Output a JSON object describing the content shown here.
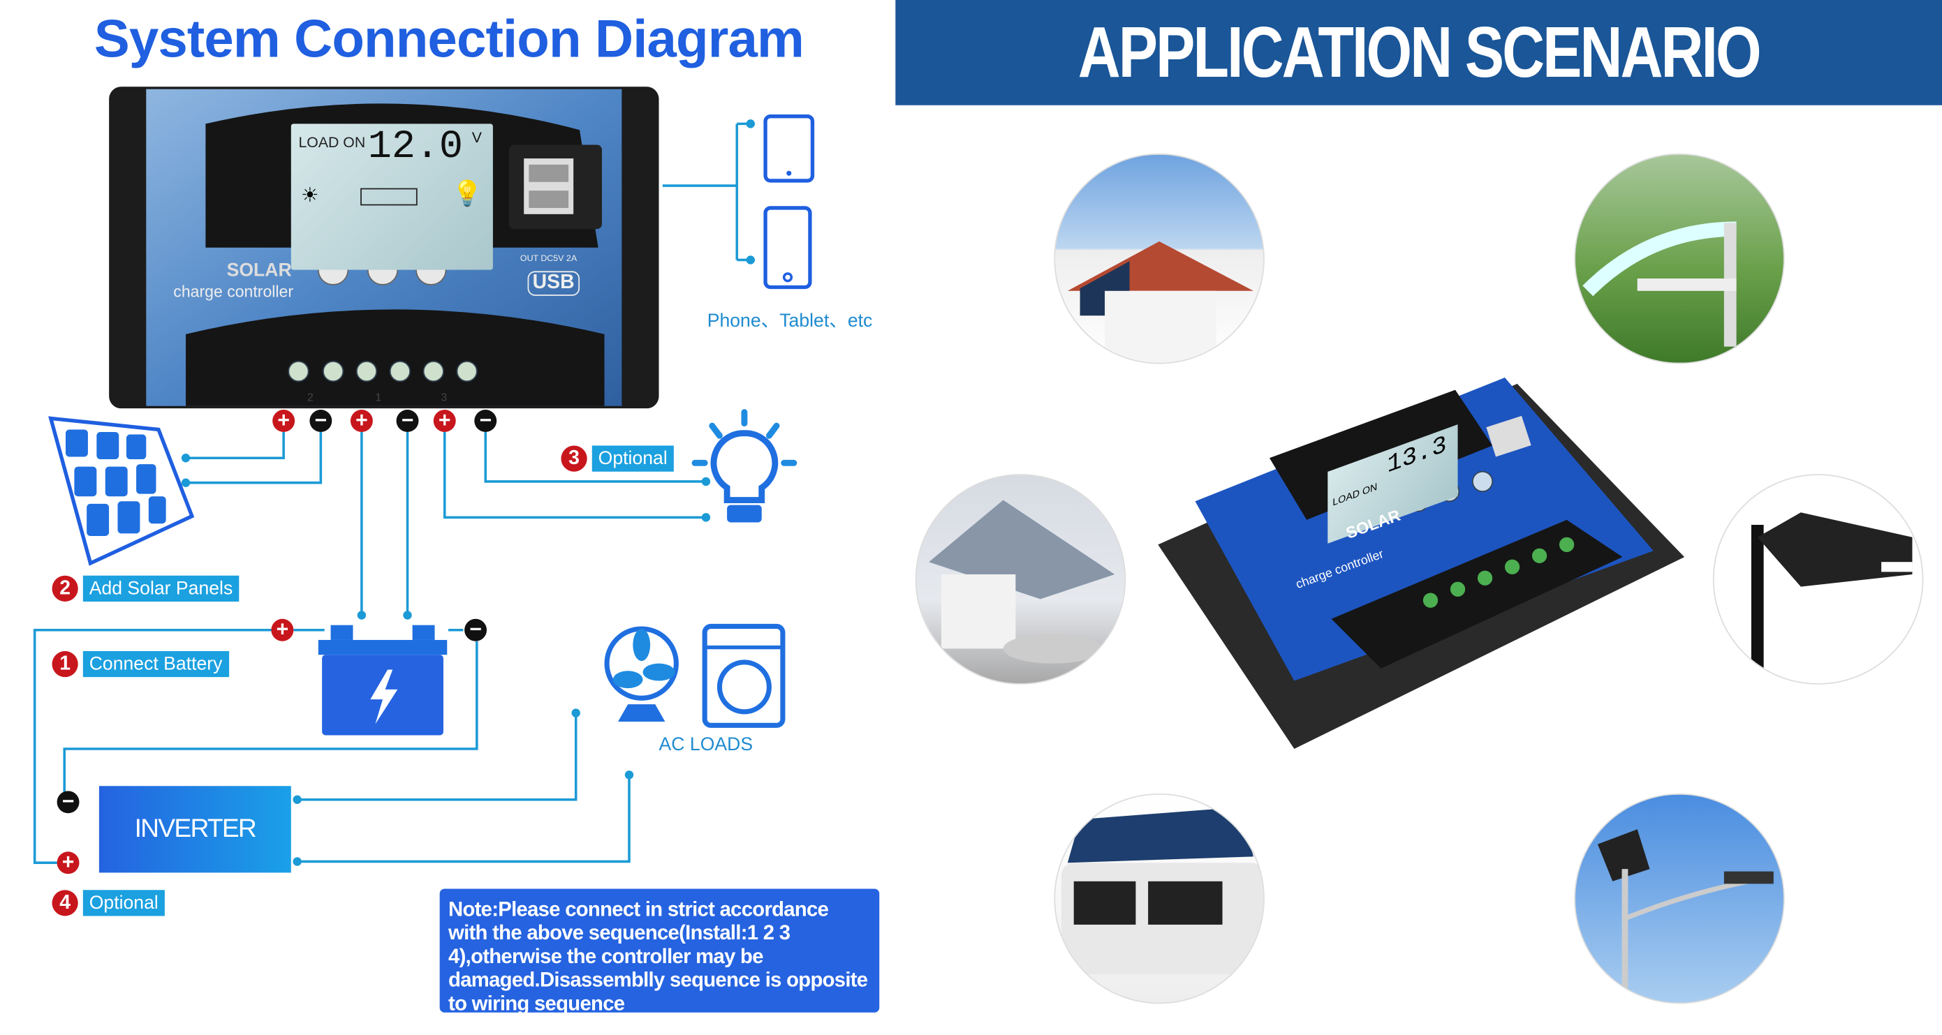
{
  "left_panel": {
    "title": "System Connection Diagram",
    "controller": {
      "lcd_status": "LOAD ON",
      "lcd_voltage": "12.0",
      "lcd_unit": "V",
      "brand": "SOLAR",
      "subtitle": "charge controller",
      "usb_spec": "OUT DC5V 2A",
      "usb_label": "USB",
      "terminal_numbers": [
        "2",
        "1",
        "3"
      ]
    },
    "devices_caption": "Phone、Tablet、etc",
    "terminal_signs": [
      "+",
      "−",
      "+",
      "−",
      "+",
      "−"
    ],
    "steps": [
      {
        "num": "1",
        "label": "Connect Battery"
      },
      {
        "num": "2",
        "label": "Add Solar Panels"
      },
      {
        "num": "3",
        "label": "Optional"
      },
      {
        "num": "4",
        "label": "Optional"
      }
    ],
    "battery_signs": {
      "plus": "+",
      "minus": "−"
    },
    "inverter_label": "INVERTER",
    "inverter_signs": {
      "plus": "+",
      "minus": "−"
    },
    "ac_loads_label": "AC LOADS",
    "note": "Note:Please connect in strict accordance with the above sequence(Install:1 2 3 4),otherwise the controller may be damaged.Disassemblly sequence is opposite to wiring sequence"
  },
  "right_panel": {
    "header": "APPLICATION SCENARIO",
    "product": {
      "lcd_status": "LOAD ON",
      "lcd_voltage": "13.3",
      "brand": "SOLAR",
      "subtitle": "charge controller"
    },
    "scenarios": [
      "house-rooftop-solar",
      "water-pump",
      "carport-solar",
      "street-lamp-close",
      "van-rooftop-solar",
      "solar-street-light"
    ]
  },
  "colors": {
    "title_blue": "#1f5fe0",
    "header_blue": "#1a5698",
    "wire": "#1b9ad6",
    "step_red": "#c8161d",
    "label_blue": "#1ba0e0"
  }
}
